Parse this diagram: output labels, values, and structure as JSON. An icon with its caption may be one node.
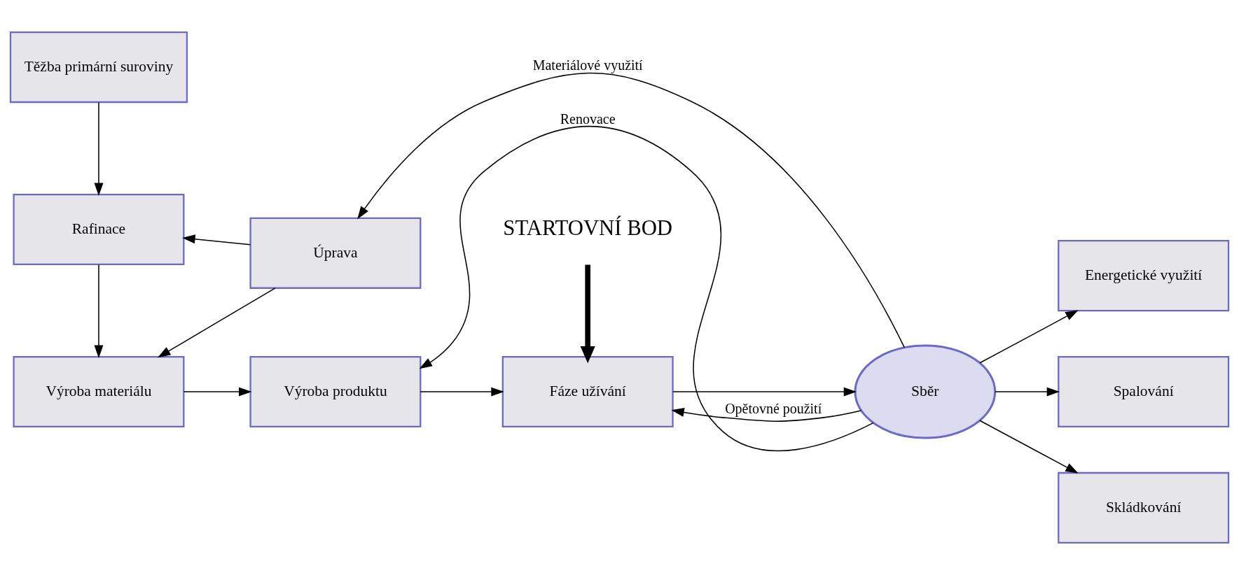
{
  "diagram": {
    "nodes": [
      {
        "text": [
          "Těžba primární suroviny"
        ]
      },
      {
        "text": [
          "Úprava"
        ]
      },
      {
        "text": [
          "STARTOVNÍ BOD"
        ]
      },
      {
        "text": [
          "Rafinace"
        ]
      },
      {
        "text": [
          "Energetické využití"
        ]
      },
      {
        "text": [
          "Výroba materiálu"
        ]
      },
      {
        "text": [
          "Výroba produktu"
        ]
      },
      {
        "text": [
          "Fáze užívání"
        ]
      },
      {
        "text": [
          "Sběr"
        ]
      },
      {
        "text": [
          "Spalování"
        ]
      },
      {
        "text": [
          "Skládkování"
        ]
      }
    ],
    "edges": [
      {
        "from": 0,
        "to": 3,
        "arrow": "to"
      },
      {
        "from": 3,
        "to": 5,
        "arrow": "to"
      },
      {
        "from": 1,
        "to": 3,
        "arrow": "to"
      },
      {
        "from": 1,
        "to": 5,
        "arrow": "to"
      },
      {
        "from": 5,
        "to": 6,
        "arrow": "to"
      },
      {
        "from": 6,
        "to": 7,
        "arrow": "to"
      },
      {
        "from": 7,
        "to": 8,
        "arrow": "to"
      },
      {
        "from": 8,
        "to": 1,
        "arrow": "to",
        "label": "Materiálové využití"
      },
      {
        "from": 2,
        "to": 7,
        "arrow": "to",
        "style": "thick"
      },
      {
        "from": 8,
        "to": 4,
        "arrow": "to"
      },
      {
        "from": 8,
        "to": 9,
        "arrow": "to"
      },
      {
        "from": 8,
        "to": 10,
        "arrow": "to"
      },
      {
        "from": 8,
        "to": 7,
        "arrow": "to",
        "label": "Opětovné použití"
      },
      {
        "from": 8,
        "to": 6,
        "arrow": "to",
        "label": "Renovace"
      }
    ]
  }
}
